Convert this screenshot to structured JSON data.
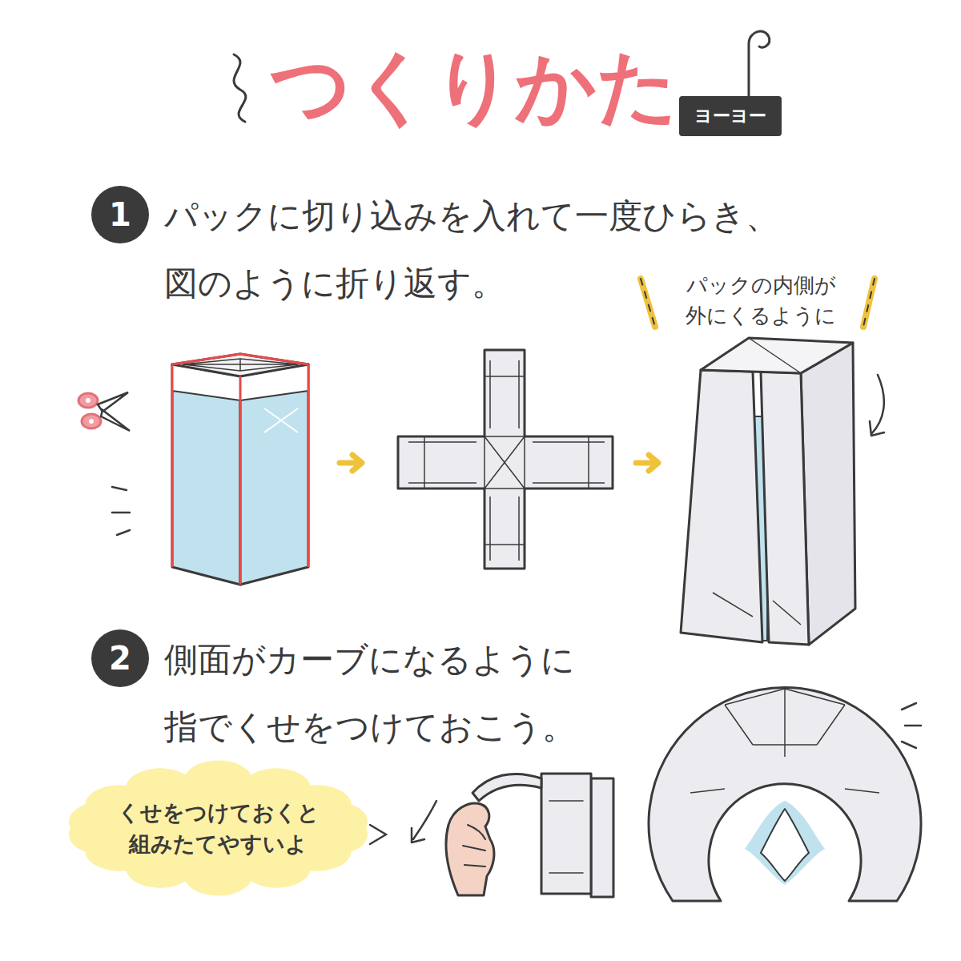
{
  "diagram": {
    "title": "つくりかた",
    "nodes": [
      {
        "text": [
          "ヨーヨー"
        ]
      },
      {
        "text": [
          "1"
        ]
      },
      {
        "text": [
          "2"
        ]
      },
      {
        "text": [
          "くせをつけておくと 組みたてやすいよ"
        ]
      }
    ],
    "labels": [
      "パックに切り込みを入れて一度ひらき、 図のように折り返す。",
      "パックの内側が 外にくるように",
      "側面がカーブになるように 指でくせをつけておこう。"
    ]
  }
}
